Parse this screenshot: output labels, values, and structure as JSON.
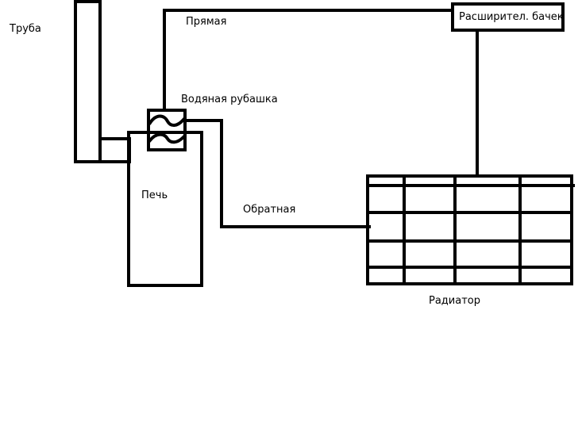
{
  "diagram": {
    "stroke_color": "#000000",
    "background_color": "#ffffff",
    "labels": {
      "pipe": "Труба",
      "supply": "Прямая",
      "expansion_tank": "Расширител. бачек",
      "water_jacket": "Водяная рубашка",
      "stove": "Печь",
      "return": "Обратная",
      "radiator": "Радиатор"
    }
  }
}
